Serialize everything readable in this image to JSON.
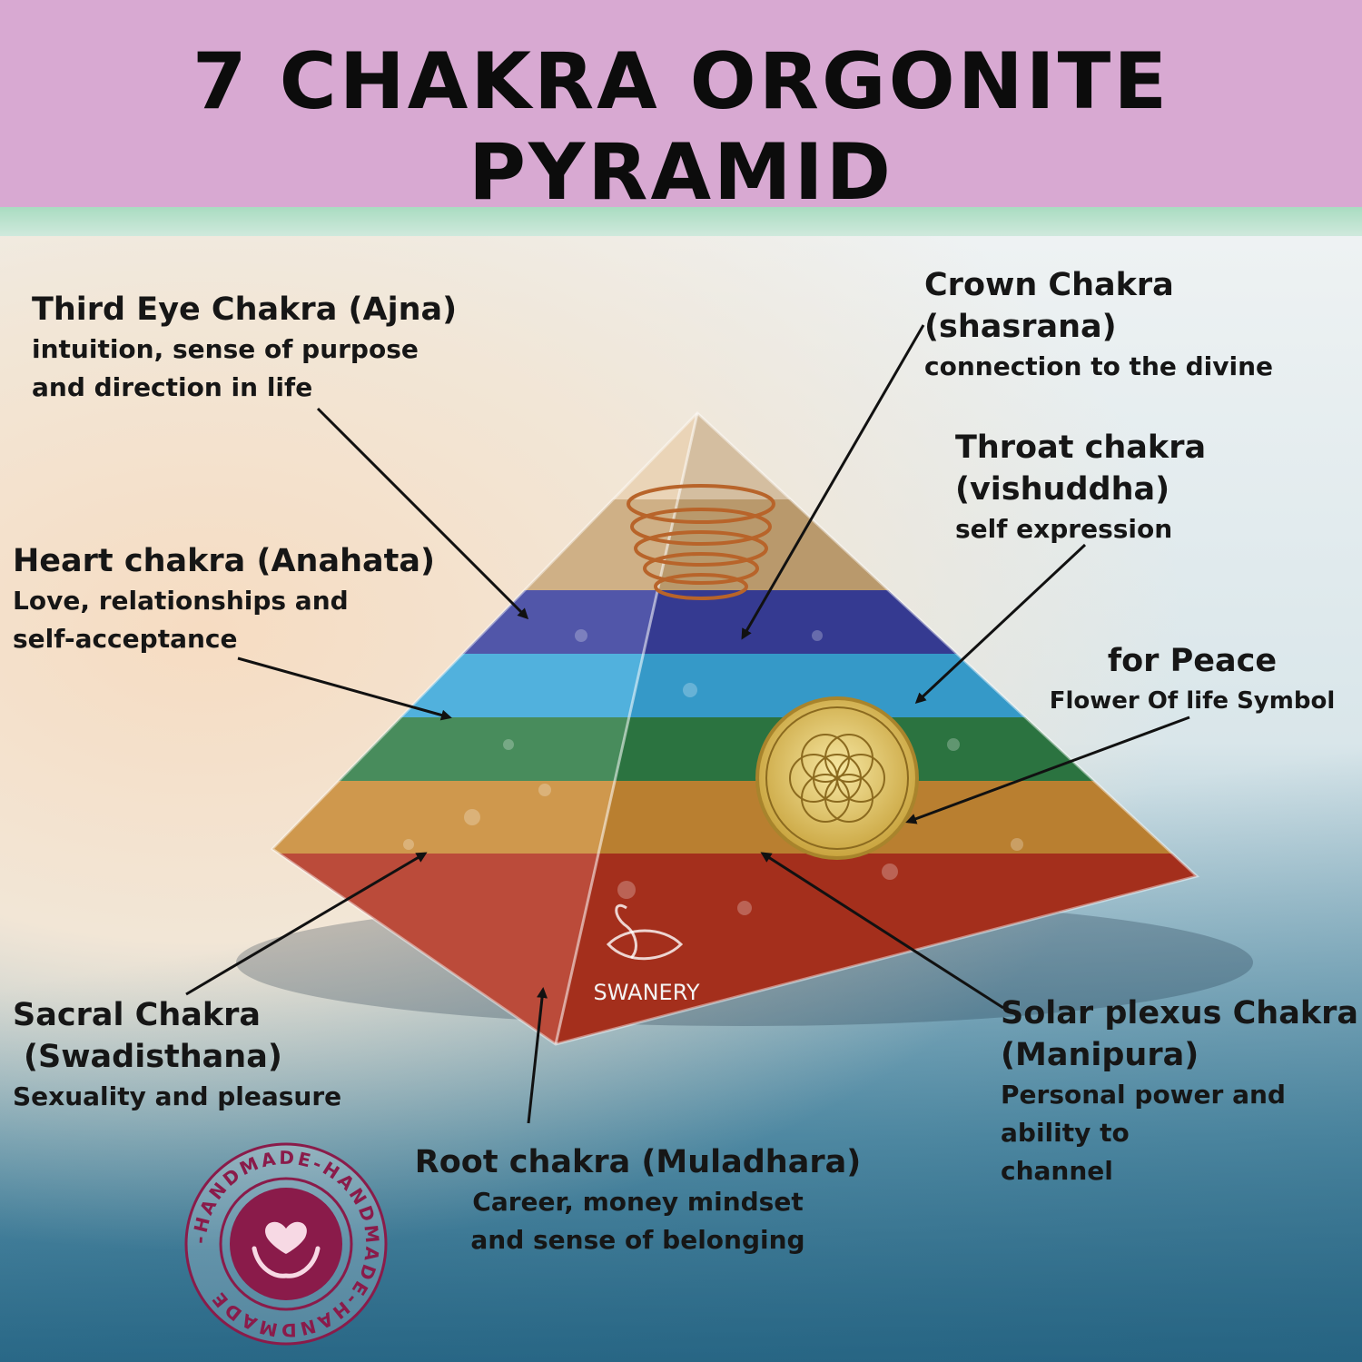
{
  "title": "7 CHAKRA ORGONITE PYRAMID",
  "labels": {
    "third_eye": {
      "heading": "Third Eye Chakra (Ajna)",
      "desc1": "intuition, sense of purpose",
      "desc2": "and direction in life"
    },
    "heart": {
      "heading": "Heart chakra (Anahata)",
      "desc1": "Love, relationships and",
      "desc2": "self-acceptance"
    },
    "sacral": {
      "heading1": "Sacral Chakra",
      "heading2": "(Swadisthana)",
      "desc1": "Sexuality and pleasure"
    },
    "root": {
      "heading": "Root chakra (Muladhara)",
      "desc1": "Career, money mindset",
      "desc2": "and sense of belonging"
    },
    "crown": {
      "heading1": "Crown Chakra",
      "heading2": "(shasrana)",
      "desc1": "connection to the divine"
    },
    "throat": {
      "heading1": "Throat chakra",
      "heading2": "(vishuddha)",
      "desc1": "self expression"
    },
    "peace": {
      "heading": "for Peace",
      "desc1": "Flower Of life Symbol"
    },
    "solar": {
      "heading1": "Solar plexus Chakra",
      "heading2": "(Manipura)",
      "desc1": "Personal power and",
      "desc2": "ability to",
      "desc3": "channel"
    }
  },
  "brand": "SWANERY",
  "stamp_text": "-HANDMADE-HANDMADE-HANDMADE",
  "colors": {
    "header": "#d8a9d2",
    "strip": "#a9dcc1",
    "stamp": "#8a1b4a"
  }
}
